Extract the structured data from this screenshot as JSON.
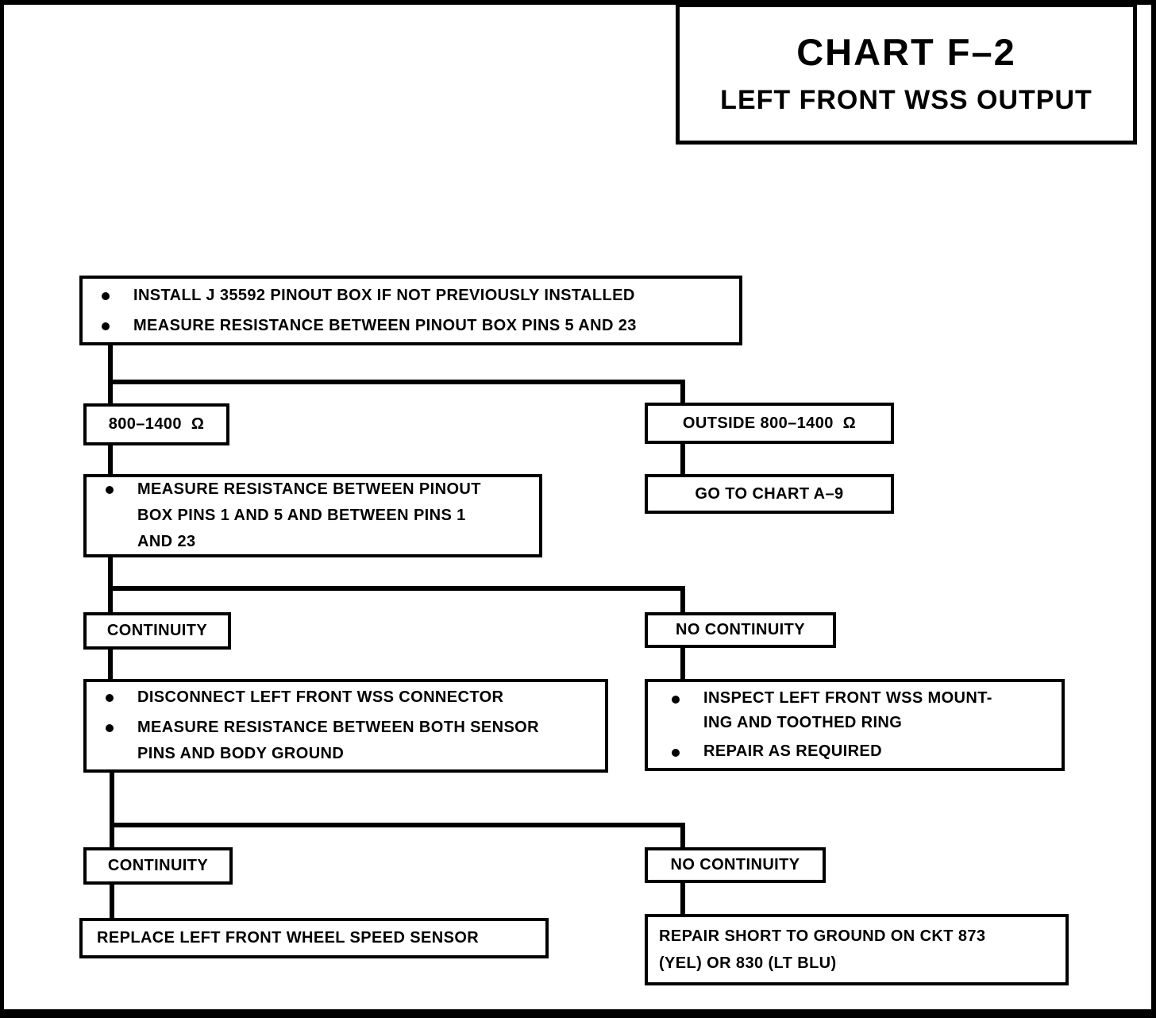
{
  "page": {
    "background_color": "#ffffff",
    "ink_color": "#000000"
  },
  "title": {
    "chart_id": "CHART F–2",
    "subtitle": "LEFT FRONT WSS OUTPUT"
  },
  "flowchart": {
    "step1": {
      "items": [
        {
          "lines": [
            "INSTALL J 35592 PINOUT BOX IF NOT PREVIOUSLY INSTALLED"
          ]
        },
        {
          "lines": [
            "MEASURE RESISTANCE BETWEEN PINOUT BOX PINS 5 AND 23"
          ]
        }
      ]
    },
    "result_in_range": "800–1400  Ω",
    "result_out_of_range": "OUTSIDE 800–1400  Ω",
    "goto_chart": "GO TO CHART A–9",
    "step2": {
      "items": [
        {
          "lines": [
            "MEASURE RESISTANCE BETWEEN PINOUT",
            "BOX PINS 1 AND 5 AND BETWEEN PINS 1",
            "AND 23"
          ]
        }
      ]
    },
    "continuity_1": "CONTINUITY",
    "no_continuity_1": "NO CONTINUITY",
    "step3": {
      "items": [
        {
          "lines": [
            "DISCONNECT LEFT FRONT WSS CONNECTOR"
          ]
        },
        {
          "lines": [
            "MEASURE RESISTANCE BETWEEN BOTH SENSOR",
            "PINS AND BODY GROUND"
          ]
        }
      ]
    },
    "inspect": {
      "items": [
        {
          "lines": [
            "INSPECT LEFT FRONT WSS MOUNT-",
            "ING AND TOOTHED RING"
          ]
        },
        {
          "lines": [
            "REPAIR AS REQUIRED"
          ]
        }
      ]
    },
    "continuity_2": "CONTINUITY",
    "no_continuity_2": "NO CONTINUITY",
    "replace_sensor": "REPLACE LEFT FRONT WHEEL SPEED SENSOR",
    "repair_short": {
      "lines": [
        "REPAIR SHORT TO GROUND ON CKT 873",
        "(YEL) OR 830 (LT BLU)"
      ]
    }
  }
}
